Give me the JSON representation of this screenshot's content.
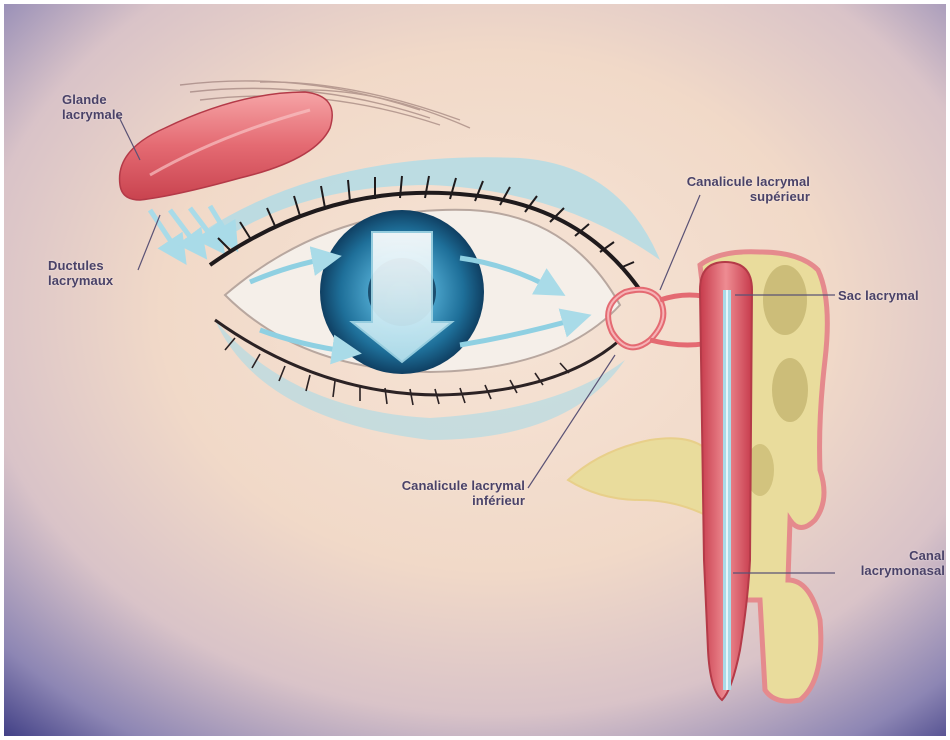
{
  "colors": {
    "background_edge": "#3b3a82",
    "skin": "#f3dccb",
    "gland": "#e46a72",
    "tear_flow": "#a9dbe8",
    "iris": "#1e6f99",
    "sac": "#d94e5c",
    "bone": "#e9dc9c",
    "label_text": "#4a4268"
  },
  "labels": {
    "glande": {
      "line1": "Glande",
      "line2": "lacrymale"
    },
    "ductules": {
      "line1": "Ductules",
      "line2": "lacrymaux"
    },
    "canalicule_sup": {
      "line1": "Canalicule lacrymal",
      "line2": "supérieur"
    },
    "sac": {
      "line1": "Sac lacrymal"
    },
    "canalicule_inf": {
      "line1": "Canalicule lacrymal",
      "line2": "inférieur"
    },
    "canal": {
      "line1": "Canal",
      "line2": "lacrymonasal"
    }
  }
}
